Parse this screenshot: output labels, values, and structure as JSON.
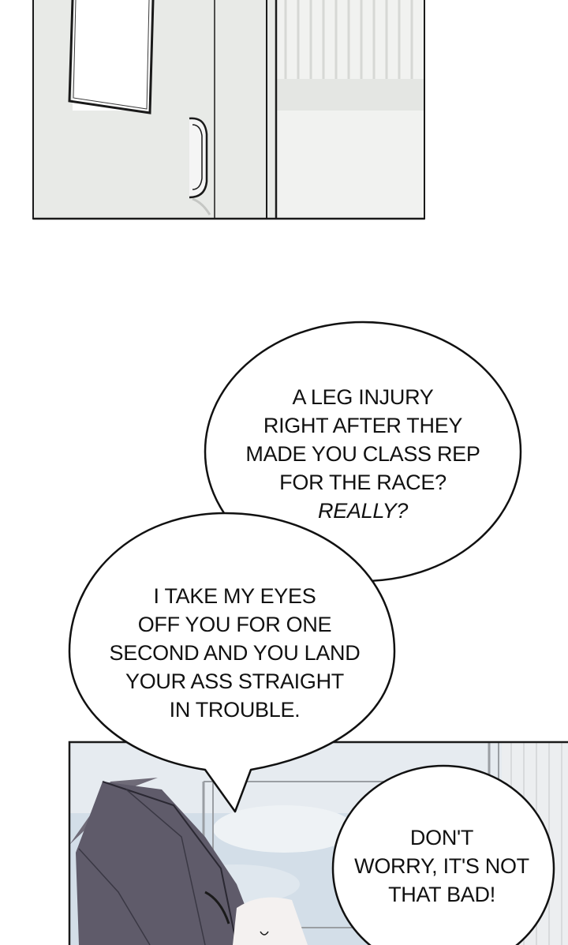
{
  "panels": {
    "top": {
      "description_icon": "door-icon"
    },
    "bottom": {
      "description_icon": "character-icon"
    }
  },
  "dialogue": {
    "bubble1": {
      "lines": [
        "A LEG INJURY",
        "RIGHT AFTER THEY",
        "MADE YOU CLASS REP",
        "FOR THE RACE?",
        "REALLY?"
      ]
    },
    "bubble2": {
      "lines": [
        "I TAKE MY EYES",
        "OFF YOU FOR ONE",
        "SECOND AND YOU LAND",
        "YOUR ASS STRAIGHT",
        "IN TROUBLE."
      ]
    },
    "bubble3": {
      "lines": [
        "DON'T",
        "WORRY, IT'S NOT",
        "THAT BAD!"
      ]
    }
  },
  "colors": {
    "panel_wall": "#e9ebe8",
    "panel_outline": "#1a1a1a",
    "sky": "#cfdbe6",
    "hair": "#5e5a68"
  }
}
